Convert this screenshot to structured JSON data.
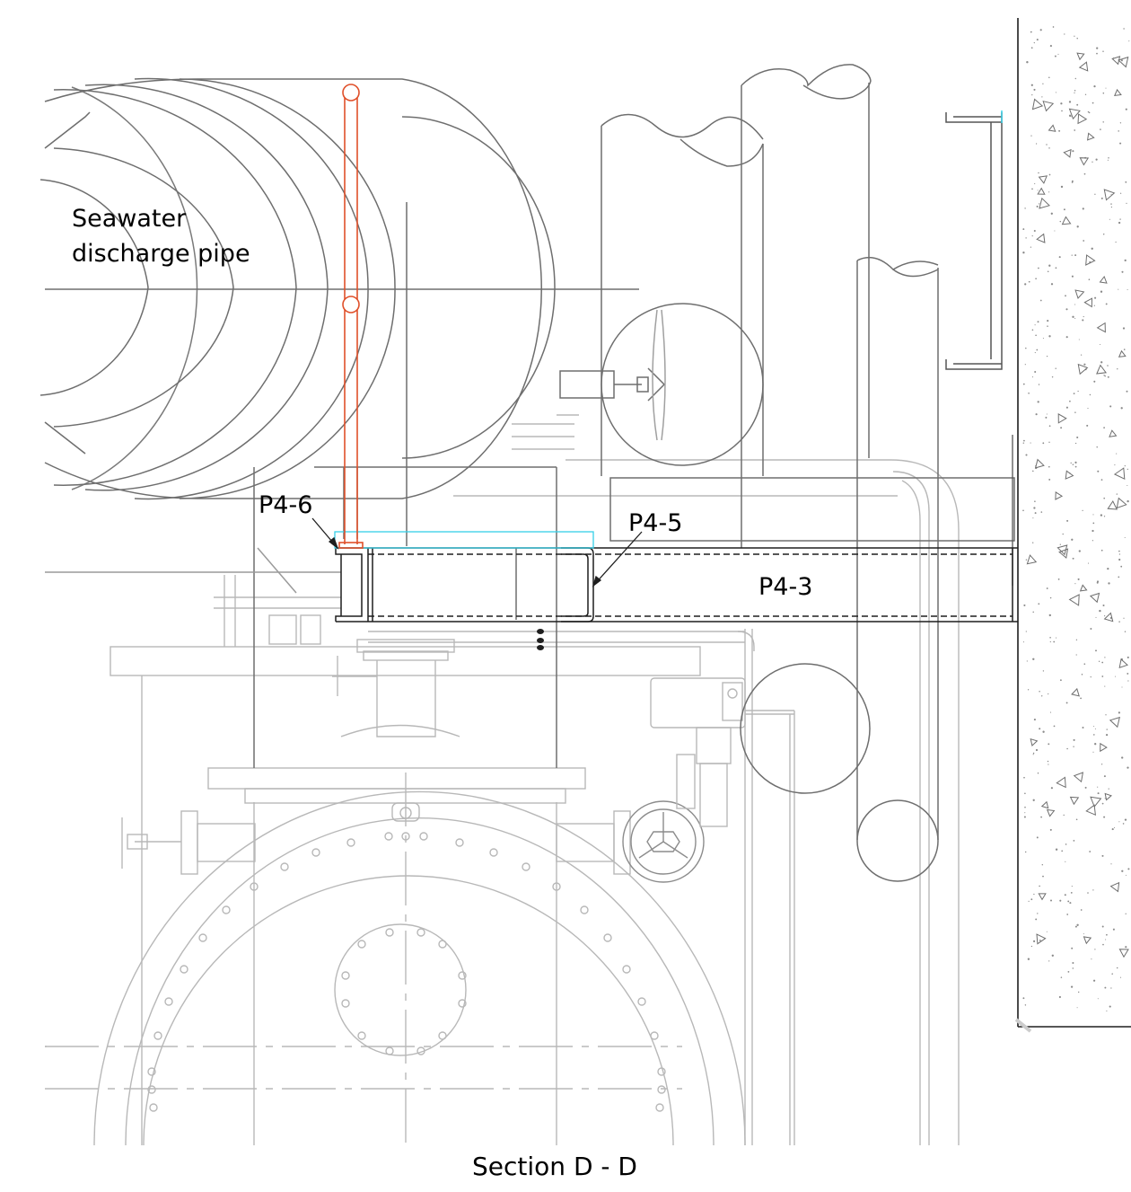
{
  "labels": {
    "pipe_line1": "Seawater",
    "pipe_line2": "discharge pipe",
    "p4_6": "P4-6",
    "p4_5": "P4-5",
    "p4_3": "P4-3"
  },
  "caption": "Section D - D",
  "colors": {
    "dark_line": "#6e6e6e",
    "light_line": "#b4b4b4",
    "frame": "#1e1e1e",
    "hanger": "#e0502a",
    "cyan": "#36d0e8",
    "concrete_speckle": "#8a8a8a"
  }
}
